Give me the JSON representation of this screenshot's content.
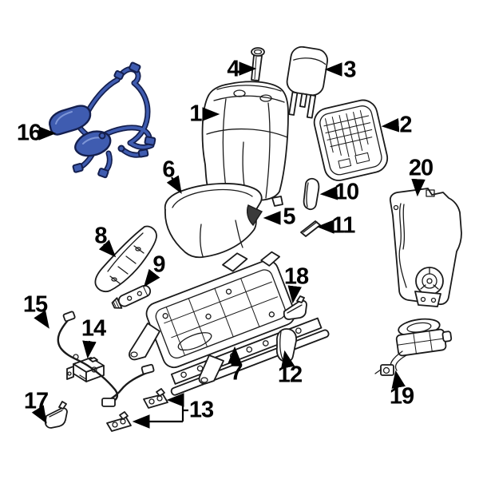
{
  "diagram": {
    "type": "exploded-parts-diagram",
    "background": "#ffffff",
    "line_color": "#1a1a1a",
    "highlight": {
      "fill": "#3f5cb0",
      "outline": "#141f4e"
    },
    "callouts": [
      {
        "number": "1"
      },
      {
        "number": "2"
      },
      {
        "number": "3"
      },
      {
        "number": "4"
      },
      {
        "number": "5"
      },
      {
        "number": "6"
      },
      {
        "number": "7"
      },
      {
        "number": "8"
      },
      {
        "number": "9"
      },
      {
        "number": "10"
      },
      {
        "number": "11"
      },
      {
        "number": "12"
      },
      {
        "number": "13"
      },
      {
        "number": "14"
      },
      {
        "number": "15"
      },
      {
        "number": "16"
      },
      {
        "number": "17"
      },
      {
        "number": "18"
      },
      {
        "number": "19"
      },
      {
        "number": "20"
      }
    ]
  }
}
